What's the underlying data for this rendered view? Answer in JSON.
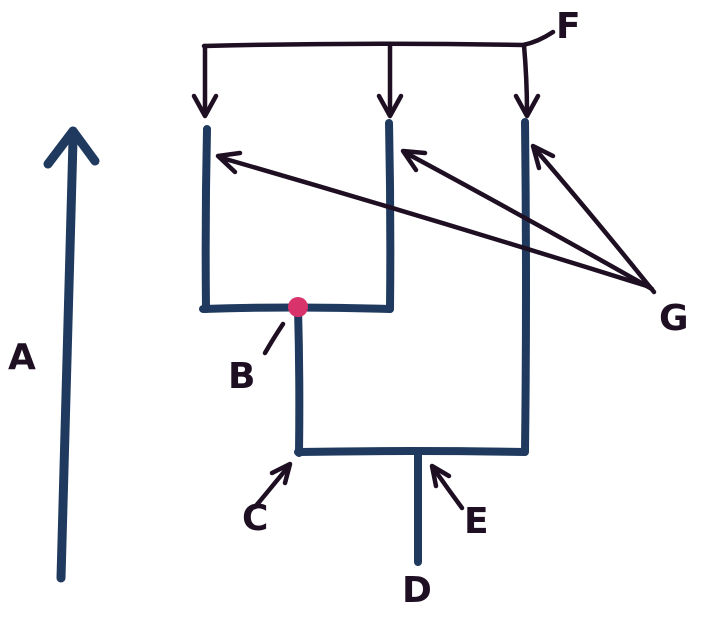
{
  "colors": {
    "background": "#ffffff",
    "tree": "#1f3a5e",
    "annotation": "#1e0f23",
    "node": "#d8336b"
  },
  "labels": {
    "A": "A",
    "B": "B",
    "C": "C",
    "D": "D",
    "E": "E",
    "F": "F",
    "G": "G"
  }
}
